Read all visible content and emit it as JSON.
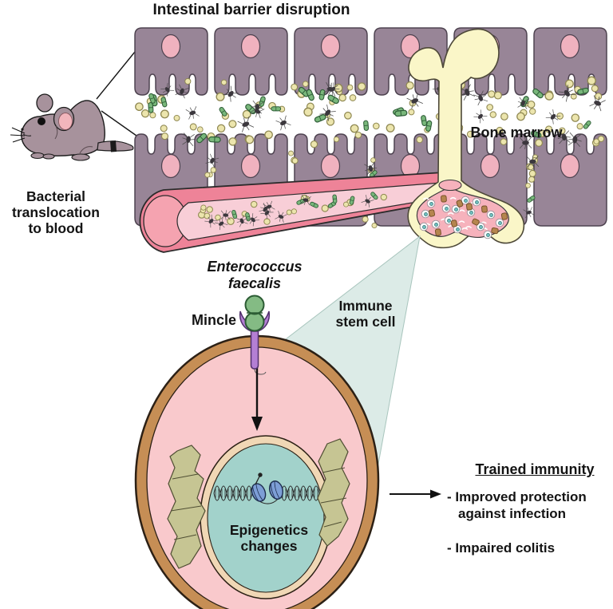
{
  "figure": {
    "title": "Intestinal barrier disruption",
    "labels": {
      "bacterial_translocation": "Bacterial\ntranslocation\nto blood",
      "bone_marrow": "Bone marrow",
      "enterococcus_faecalis": "Enterococcus\nfaecalis",
      "mincle": "Mincle",
      "immune_stem_cell": "Immune\nstem cell",
      "epigenetics_changes": "Epigenetics\nchanges"
    },
    "outcome": {
      "heading": "Trained immunity",
      "items": [
        {
          "line1": "- Improved protection",
          "line2": "against infection"
        },
        {
          "line1": "- Impaired colitis",
          "line2": ""
        }
      ]
    },
    "icons": {
      "mouse": "mouse-illustration",
      "epithelium": "intestinal-epithelial-cells",
      "bacteria": "gut-bacteria (cocci, rods, flagellated)",
      "vessel": "blood-vessel",
      "bone": "femur-bone-with-marrow",
      "cone": "magnifier-cone",
      "cell": "immune-stem-cell",
      "receptor": "mincle-receptor",
      "dna": "dna-with-nucleosomes"
    },
    "colors": {
      "epithelial_cell": "#988597",
      "epithelial_nucleus": "#f0b2bf",
      "coccus_bacteria": "#ece5ad",
      "rod_bacteria": "#79b77b",
      "dark_bacteria": "#3b373d",
      "vessel_wall": "#ee8398",
      "vessel_lumen": "#f8ced7",
      "bone": "#faf6c8",
      "marrow": "#f6b2bc",
      "cone": "#dcebe7",
      "cell_membrane": "#c68e55",
      "cytoplasm": "#f9c9cc",
      "nucleus_envelope": "#f0d7b5",
      "nucleus": "#a2d2cb",
      "organelle": "#c6c593",
      "receptor_purple": "#b47fd4",
      "enterococcus_green": "#84bb84",
      "nucleosome_blue": "#7d9ed6",
      "mouse_body": "#a7929c",
      "text": "#141414"
    }
  }
}
